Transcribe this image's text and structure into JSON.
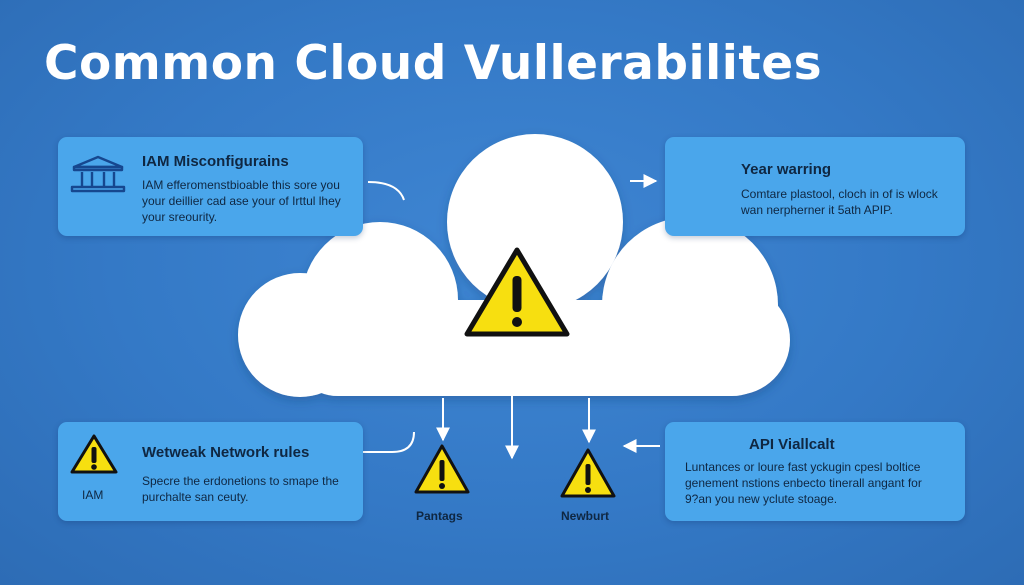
{
  "title": "Common Cloud Vullerabilites",
  "cards": {
    "top_left": {
      "icon": "bank-building-icon",
      "heading": "IAM Misconfigurains",
      "lines": [
        "IAM efferomenstbioable this sore you",
        "your deillier cad ase your of Irttul lhey",
        "your sreourity."
      ]
    },
    "top_right": {
      "heading": "Year warring",
      "lines": [
        "Comtare plastool, cloch in of is wlock",
        "wan nerpherner it 5ath APIP."
      ]
    },
    "bottom_left": {
      "icon": "warning-triangle-icon",
      "icon_label": "IAM",
      "heading": "Wetweak Network rules",
      "lines": [
        "Specre the erdonetions to smape the",
        "purchalte san ceuty."
      ]
    },
    "bottom_right": {
      "heading": "API Viallcalt",
      "lines": [
        "Luntances or loure fast yckugin cpesl boltice",
        "genement nstions enbecto tinerall angant for",
        "9?an you new yclute stoage."
      ]
    }
  },
  "warnings": {
    "center": {
      "icon": "warning-triangle-icon"
    },
    "left": {
      "icon": "warning-triangle-icon",
      "label": "Pantags"
    },
    "right": {
      "icon": "warning-triangle-icon",
      "label": "Newburt"
    }
  },
  "colors": {
    "background": "#3479c6",
    "card": "#4aa6eb",
    "warning_fill": "#f7df10",
    "warning_stroke": "#111111",
    "cloud": "#ffffff"
  }
}
